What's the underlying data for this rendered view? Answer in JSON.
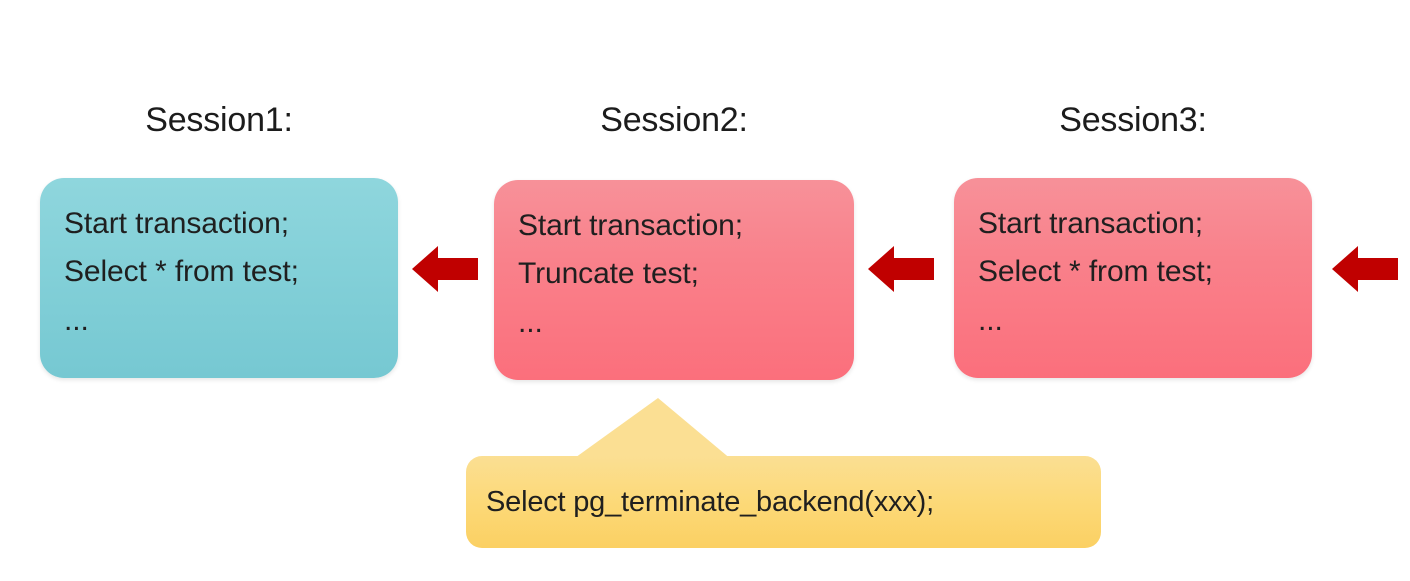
{
  "diagram": {
    "title_row": [
      {
        "id": "session1",
        "label": "Session1:"
      },
      {
        "id": "session2",
        "label": "Session2:"
      },
      {
        "id": "session3",
        "label": "Session3:"
      }
    ],
    "boxes": [
      {
        "id": "session1-box",
        "color": "#83d0d8",
        "lines": [
          "Start transaction;",
          "Select * from test;",
          "..."
        ]
      },
      {
        "id": "session2-box",
        "color": "#f9818b",
        "lines": [
          "Start transaction;",
          "Truncate test;",
          "..."
        ]
      },
      {
        "id": "session3-box",
        "color": "#f9818b",
        "lines": [
          "Start transaction;",
          "Select * from test;",
          "..."
        ]
      }
    ],
    "arrows": [
      {
        "id": "arrow-session2-to-session1",
        "direction": "left",
        "color": "#c00000"
      },
      {
        "id": "arrow-session3-to-session2",
        "direction": "left",
        "color": "#c00000"
      },
      {
        "id": "arrow-into-session3",
        "direction": "left",
        "color": "#c00000"
      }
    ],
    "callout": {
      "id": "terminate-backend-callout",
      "color": "#fcd978",
      "text": "Select pg_terminate_backend(xxx);",
      "points_to": "session2-box"
    }
  }
}
